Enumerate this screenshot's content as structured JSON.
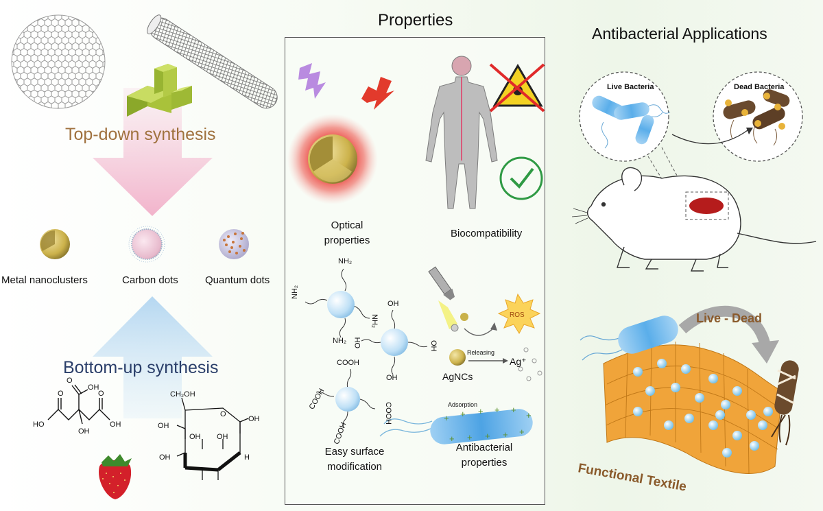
{
  "left": {
    "top_down_label": "Top-down synthesis",
    "bottom_up_label": "Bottom-up synthesis",
    "nanomaterials": [
      "Metal nanoclusters",
      "Carbon dots",
      "Quantum dots"
    ],
    "citric_acid": {
      "oh_top": "OH",
      "o_top": "O",
      "o_left": "O",
      "ho_left": "HO",
      "oh_mid": "OH",
      "o_right": "O",
      "oh_right": "OH"
    },
    "glucose": {
      "ch2oh": "CH₂OH",
      "o_ring": "O",
      "oh_right": "OH",
      "oh_left": "OH",
      "oh_bottom_left": "OH",
      "oh_bottom_mid": "OH",
      "oh_mid": "OH",
      "h": "H"
    }
  },
  "properties": {
    "title": "Properties",
    "optical": "Optical properties",
    "biocompatibility": "Biocompatibility",
    "surface": "Easy surface modification",
    "antibacterial": "Antibacterial properties",
    "groups": {
      "nh2": "NH₂",
      "oh": "OH",
      "cooh": "COOH"
    },
    "ros": "ROS",
    "releasing": "Releasing",
    "ag_ion": "Ag⁺",
    "agncs": "AgNCs",
    "adsorption": "Adsorption"
  },
  "applications": {
    "title": "Antibacterial Applications",
    "live_bacteria": "Live Bacteria",
    "dead_bacteria": "Dead Bacteria",
    "live_dead": "Live - Dead",
    "functional_textile": "Functional Textile"
  },
  "colors": {
    "gold": "#d7c15b",
    "top_down_text": "#a0723f",
    "bottom_up_text": "#2b3f6a",
    "pink_arrow": "#f2b9cf",
    "blue_arrow": "#bcdcf2",
    "textile": "#f0a43a",
    "red_glow": "#e8221c",
    "check_green": "#2f9a44",
    "text_brown": "#8a5a2b"
  }
}
